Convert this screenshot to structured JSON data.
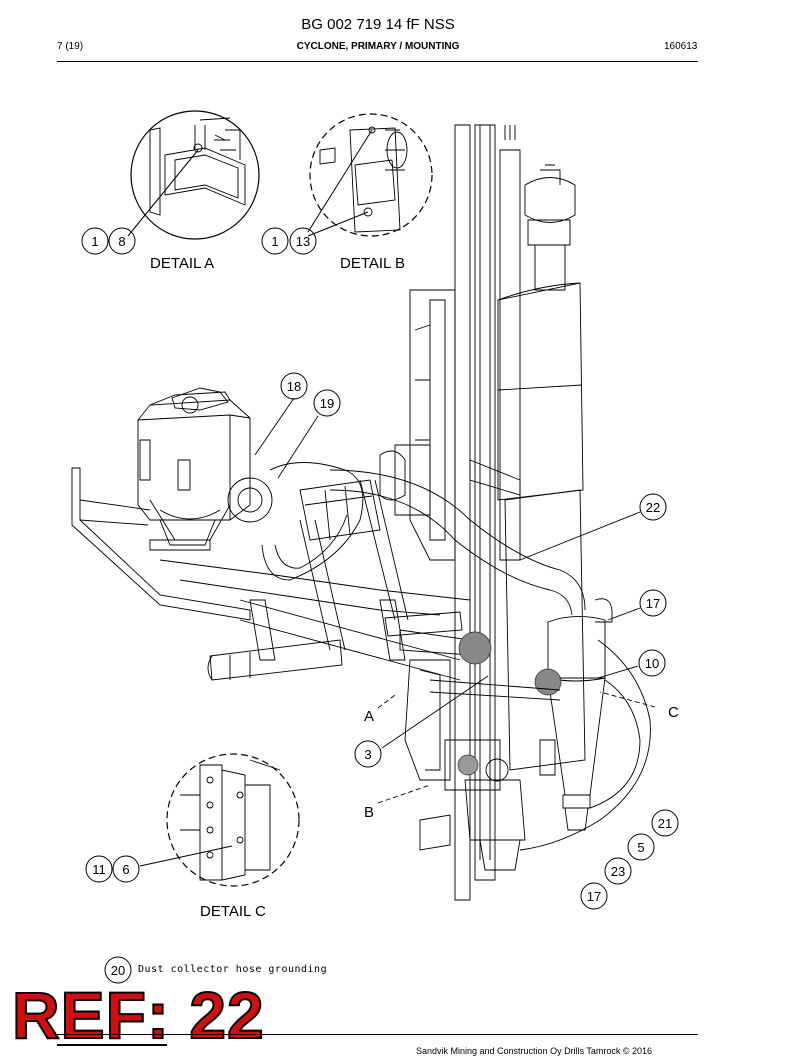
{
  "header": {
    "doc_id": "BG 002 719 14 fF NSS",
    "page": "7 (19)",
    "section": "CYCLONE, PRIMARY / MOUNTING",
    "code": "160613"
  },
  "details": {
    "a": "DETAIL A",
    "b": "DETAIL B",
    "c": "DETAIL C",
    "letter_a": "A",
    "letter_b": "B",
    "letter_c": "C"
  },
  "callouts": {
    "a_1": "1",
    "a_8": "8",
    "b_1": "1",
    "b_13": "13",
    "c_11": "11",
    "c_6": "6",
    "n18": "18",
    "n19": "19",
    "n22": "22",
    "n17a": "17",
    "n10": "10",
    "n3": "3",
    "n21": "21",
    "n5": "5",
    "n23": "23",
    "n17b": "17",
    "n20": "20"
  },
  "note": {
    "text": "Dust collector hose grounding"
  },
  "ref": {
    "text": "REF: 22"
  },
  "footer": {
    "copyright": "Sandvik Mining and Construction Oy Drills Tamrock © 2016"
  }
}
